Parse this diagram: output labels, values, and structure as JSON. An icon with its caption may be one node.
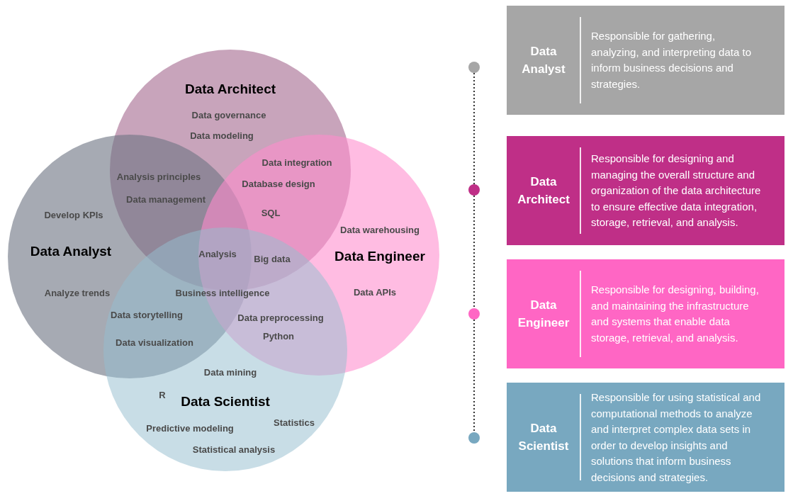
{
  "diagram": {
    "nodes": [
      {
        "text": [
          "Data Architect"
        ]
      },
      {
        "text": [
          "Data Analyst"
        ]
      },
      {
        "text": [
          "Data Engineer"
        ]
      },
      {
        "text": [
          "Data Scientist"
        ]
      },
      {
        "text": [],
        "shape": "circle"
      },
      {
        "text": [],
        "shape": "circle"
      },
      {
        "text": [],
        "shape": "circle"
      },
      {
        "text": [],
        "shape": "circle"
      },
      {
        "text": [
          "Data Analyst",
          "Responsible for gathering, analyzing, and interpreting data to inform business decisions and strategies."
        ]
      },
      {
        "text": [
          "Data Architect",
          "Responsible for designing and managing the overall structure and organization of the data architecture to ensure effective data integration, storage, retrieval, and analysis."
        ]
      },
      {
        "text": [
          "Data Engineer",
          "Responsible for designing, building, and maintaining the infrastructure and systems that enable data storage, retrieval, and analysis."
        ]
      },
      {
        "text": [
          "Data Scientist",
          "Responsible for using statistical and computational methods to analyze and interpret complex data sets in order to develop insights and solutions that inform business decisions and strategies."
        ]
      }
    ],
    "edges": [
      {
        "from": 4,
        "to": 5,
        "arrow": "none",
        "style": "dashed"
      },
      {
        "from": 5,
        "to": 6,
        "arrow": "none",
        "style": "dashed"
      },
      {
        "from": 6,
        "to": 7,
        "arrow": "none",
        "style": "dashed"
      }
    ],
    "labels": [
      "Data governance",
      "Data modeling",
      "Data integration",
      "Analysis principles",
      "Database design",
      "Data management",
      "Develop KPIs",
      "SQL",
      "Data warehousing",
      "Analysis",
      "Big data",
      "Analyze trends",
      "Business intelligence",
      "Data APIs",
      "Data storytelling",
      "Data preprocessing",
      "Python",
      "Data visualization",
      "Data mining",
      "R",
      "Predictive modeling",
      "Statistics",
      "Statistical analysis"
    ]
  }
}
